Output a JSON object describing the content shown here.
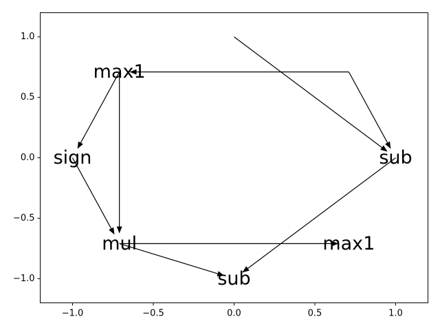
{
  "chart_data": {
    "type": "graph",
    "xlim": [
      -1.2,
      1.2
    ],
    "ylim": [
      -1.2,
      1.2
    ],
    "x_ticks": [
      {
        "value": -1.0,
        "label": "−1.0"
      },
      {
        "value": -0.5,
        "label": "−0.5"
      },
      {
        "value": 0.0,
        "label": "0.0"
      },
      {
        "value": 0.5,
        "label": "0.5"
      },
      {
        "value": 1.0,
        "label": "1.0"
      }
    ],
    "y_ticks": [
      {
        "value": 1.0,
        "label": "1.0"
      },
      {
        "value": 0.5,
        "label": "0.5"
      },
      {
        "value": 0.0,
        "label": "0.0"
      },
      {
        "value": -0.5,
        "label": "−0.5"
      },
      {
        "value": -1.0,
        "label": "−1.0"
      }
    ],
    "nodes": [
      {
        "id": "max1_a",
        "label": "max1",
        "x": -0.71,
        "y": 0.71
      },
      {
        "id": "sign",
        "label": "sign",
        "x": -1.0,
        "y": 0.0
      },
      {
        "id": "mul",
        "label": "mul",
        "x": -0.71,
        "y": -0.71
      },
      {
        "id": "sub_bottom",
        "label": "sub",
        "x": 0.0,
        "y": -1.0
      },
      {
        "id": "max1_b",
        "label": "max1",
        "x": 0.71,
        "y": -0.71
      },
      {
        "id": "sub_right",
        "label": "sub",
        "x": 1.0,
        "y": 0.0
      }
    ],
    "edges": [
      {
        "from": [
          0.0,
          1.0
        ],
        "to": [
          1.0,
          0.0
        ]
      },
      {
        "from": [
          0.71,
          0.71
        ],
        "to": [
          1.0,
          0.0
        ]
      },
      {
        "from": [
          0.71,
          0.71
        ],
        "to": [
          -0.71,
          0.71
        ]
      },
      {
        "from": [
          -0.71,
          0.71
        ],
        "to": [
          -1.0,
          0.0
        ]
      },
      {
        "from": [
          -0.71,
          0.71
        ],
        "to": [
          -0.71,
          -0.71
        ]
      },
      {
        "from": [
          -1.0,
          0.0
        ],
        "to": [
          -0.71,
          -0.71
        ]
      },
      {
        "from": [
          -0.71,
          -0.71
        ],
        "to": [
          0.71,
          -0.71
        ]
      },
      {
        "from": [
          -0.71,
          -0.71
        ],
        "to": [
          0.0,
          -1.0
        ]
      },
      {
        "from": [
          1.0,
          0.0
        ],
        "to": [
          0.0,
          -1.0
        ]
      }
    ]
  }
}
